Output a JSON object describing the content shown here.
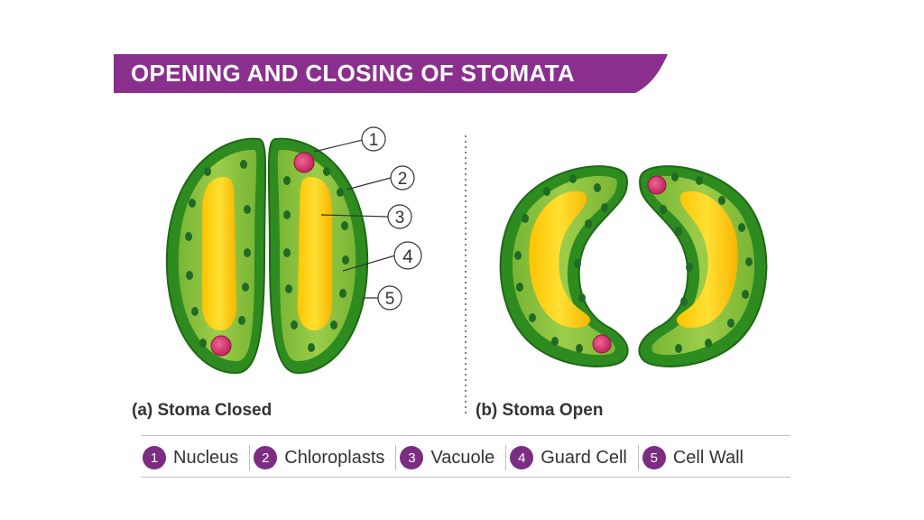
{
  "title": "OPENING AND CLOSING OF STOMATA",
  "colors": {
    "banner": "#8b2f8f",
    "badge": "#7b2d82",
    "guard_cell_wall": "#2e8b1f",
    "cytoplasm": "#8cc63f",
    "vacuole": "#ffd200",
    "chloroplast": "#1f6b26",
    "nucleus": "#d6336c"
  },
  "callouts": [
    "1",
    "2",
    "3",
    "4",
    "5"
  ],
  "captions": {
    "closed": "(a) Stoma Closed",
    "open": "(b) Stoma Open"
  },
  "legend": [
    {
      "num": "1",
      "label": "Nucleus"
    },
    {
      "num": "2",
      "label": "Chloroplasts"
    },
    {
      "num": "3",
      "label": "Vacuole"
    },
    {
      "num": "4",
      "label": "Guard Cell"
    },
    {
      "num": "5",
      "label": "Cell Wall"
    }
  ]
}
